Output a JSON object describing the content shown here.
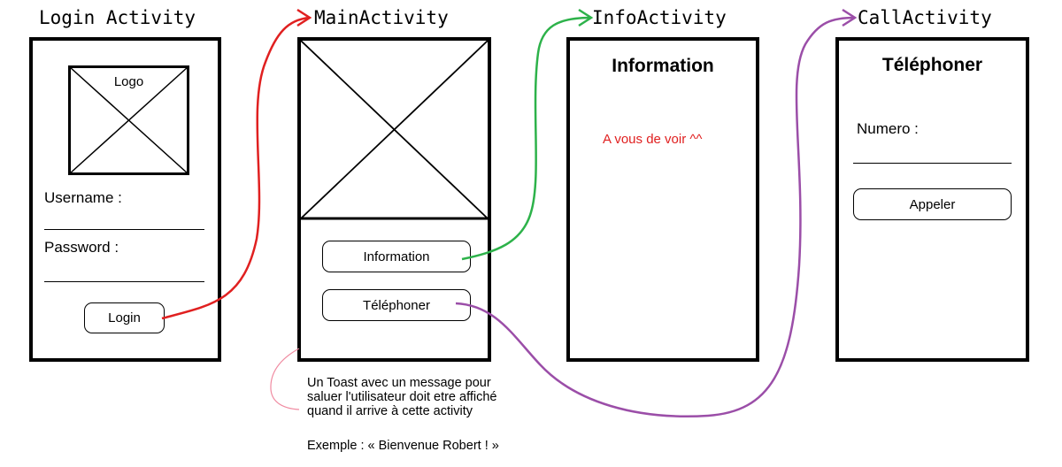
{
  "login": {
    "title": "Login Activity",
    "logo_label": "Logo",
    "username_label": "Username :",
    "password_label": "Password :",
    "login_button": "Login"
  },
  "main": {
    "title": "MainActivity",
    "info_button": "Information",
    "phone_button": "Téléphoner"
  },
  "info": {
    "title": "InfoActivity",
    "heading": "Information",
    "text": "A vous de voir ^^"
  },
  "call": {
    "title": "CallActivity",
    "heading": "Téléphoner",
    "number_label": "Numero :",
    "call_button": "Appeler"
  },
  "note": {
    "line1": "Un Toast avec un message pour",
    "line2": "saluer l'utilisateur doit etre affiché",
    "line3": "quand il arrive à cette activity",
    "example": "Exemple :  « Bienvenue Robert ! »"
  },
  "colors": {
    "login_to_main": "#e02020",
    "main_to_info": "#2db24a",
    "main_to_call": "#9b4ea8",
    "note_arrow": "#f08aa0",
    "info_text": "#e02020"
  },
  "icons": {
    "placeholder": "crossed-box-icon"
  }
}
